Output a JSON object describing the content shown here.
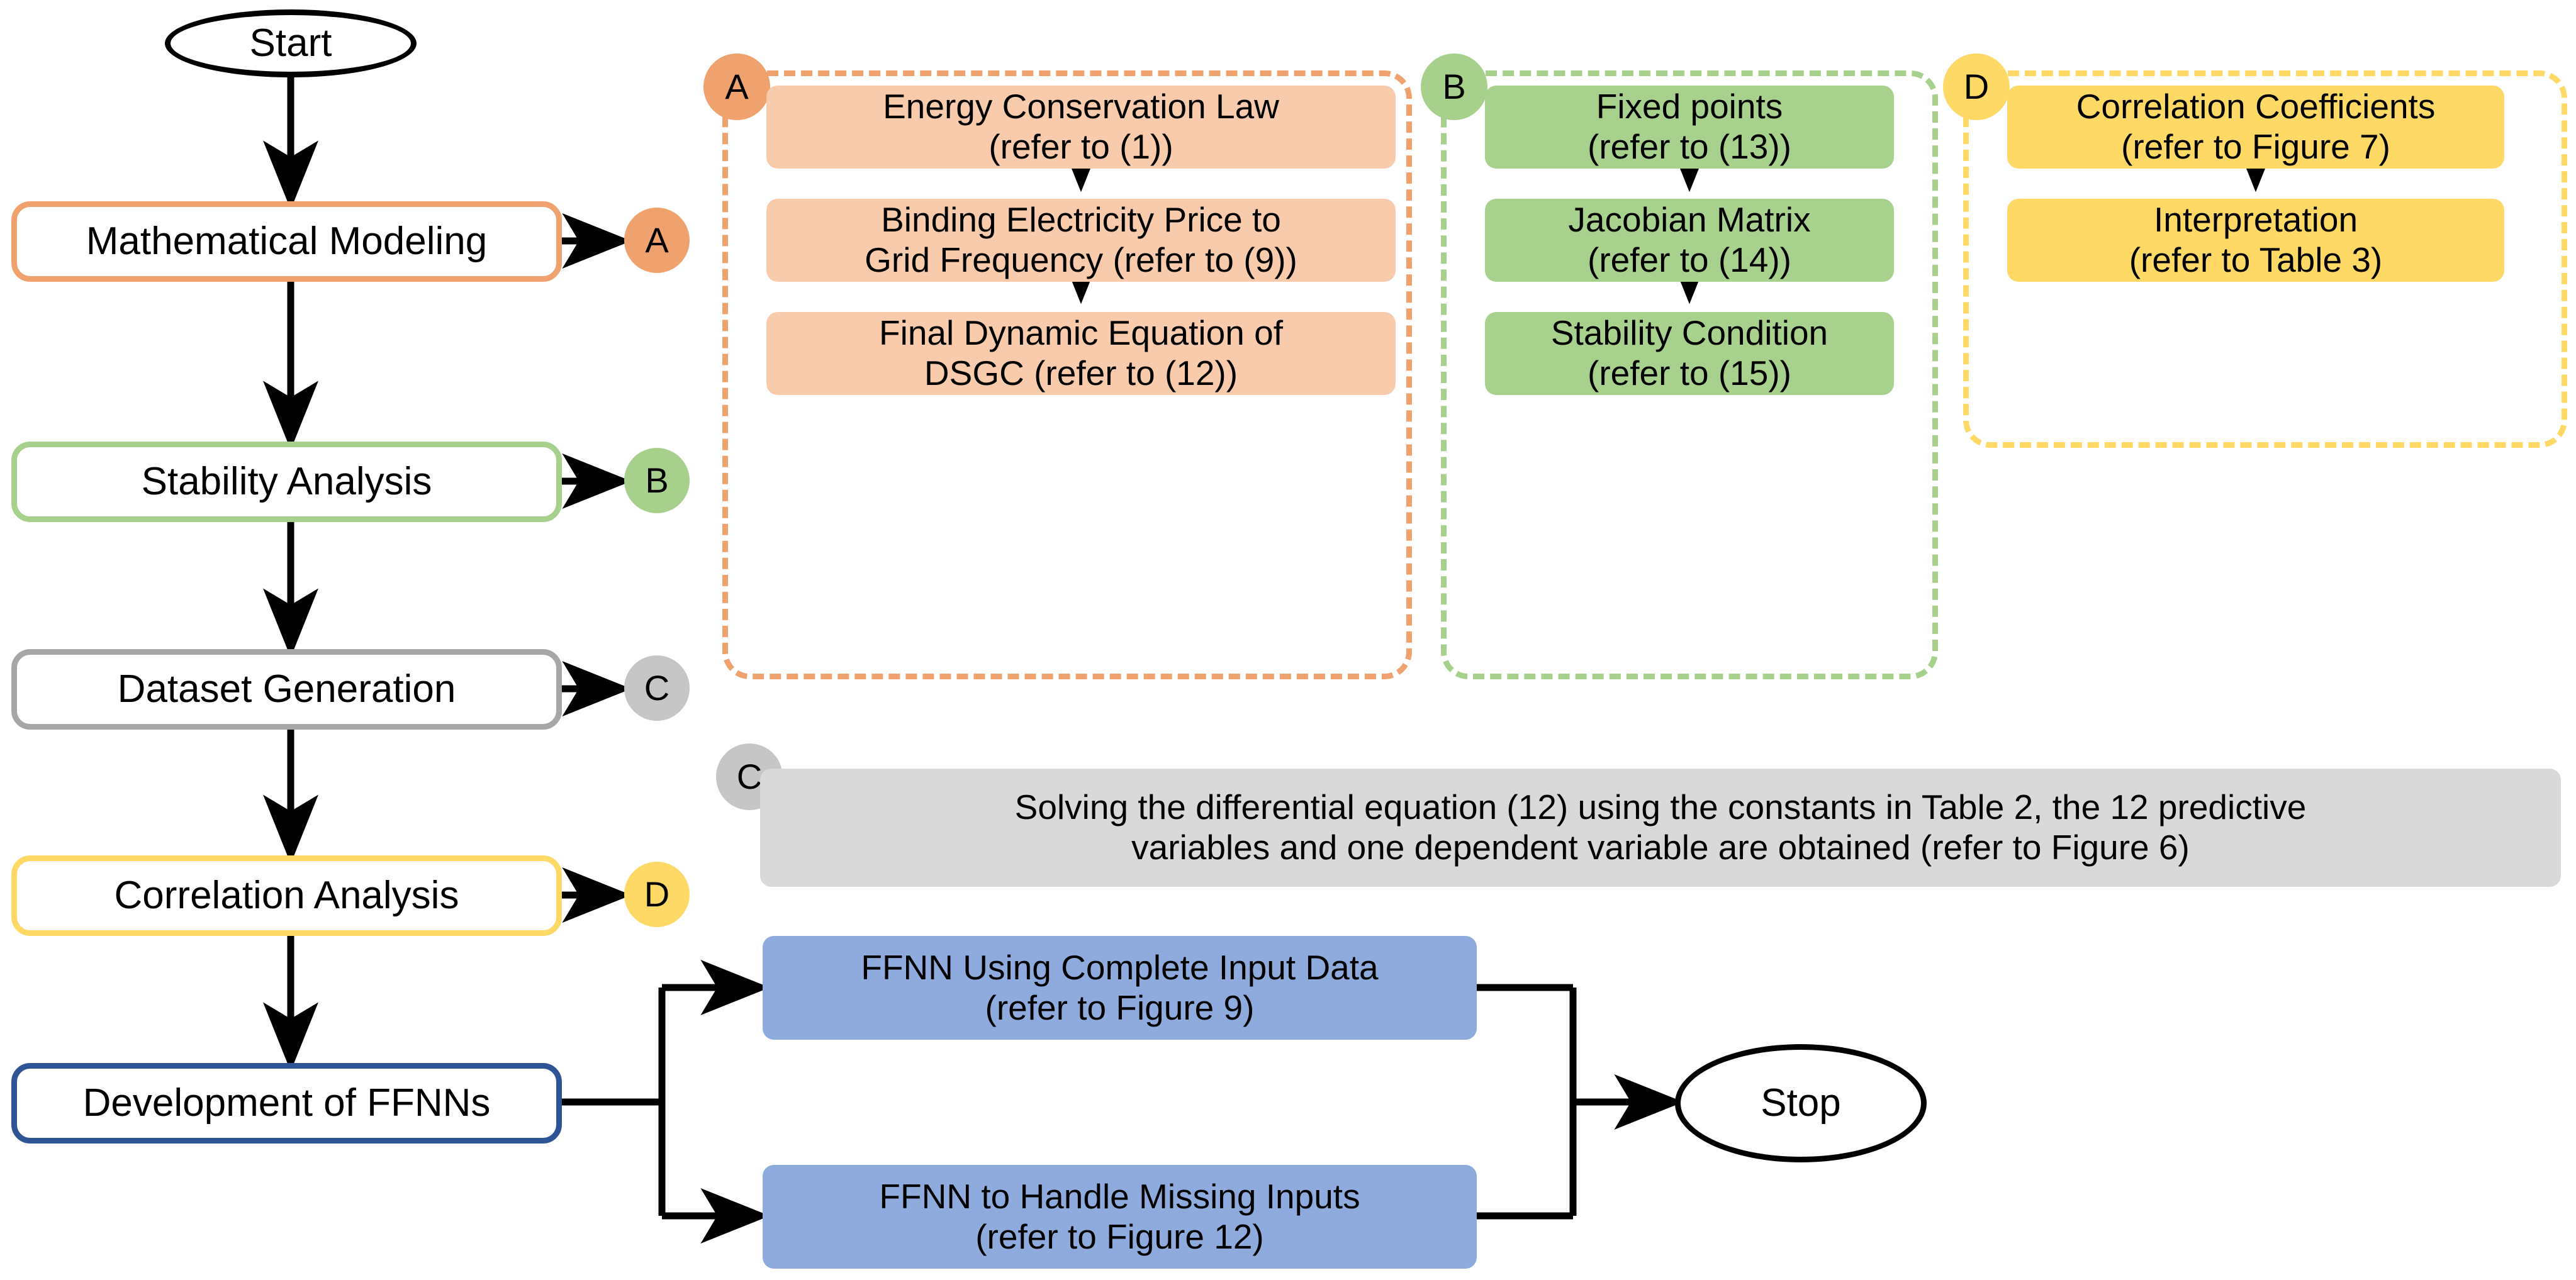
{
  "diagram": {
    "title": "Research Methodology Flowchart",
    "colors": {
      "orange_border": "#F0A26E",
      "orange_fill": "#F8CBAD",
      "green_border": "#A8D08D",
      "green_fill": "#A9D18E",
      "grey_border": "#A6A6A6",
      "grey_fill": "#D9D9D9",
      "grey_badge": "#C6C6C6",
      "yellow": "#FFD966",
      "blue_border": "#2E5496",
      "blue_fill": "#8FAADC",
      "line": "#000000"
    },
    "terminators": {
      "start": "Start",
      "stop": "Stop"
    },
    "main_steps": [
      {
        "id": "mathematical-modeling",
        "label": "Mathematical Modeling",
        "badge": "A"
      },
      {
        "id": "stability-analysis",
        "label": "Stability Analysis",
        "badge": "B"
      },
      {
        "id": "dataset-generation",
        "label": "Dataset Generation",
        "badge": "C"
      },
      {
        "id": "correlation-analysis",
        "label": "Correlation Analysis",
        "badge": "D"
      },
      {
        "id": "development-of-ffnns",
        "label": "Development of FFNNs",
        "badge": ""
      }
    ],
    "badges": {
      "a": "A",
      "b": "B",
      "c": "C",
      "d": "D"
    },
    "group_a": {
      "badge": "A",
      "steps": [
        {
          "line1": "Energy Conservation Law",
          "line2": "(refer to (1))"
        },
        {
          "line1": "Binding Electricity Price to",
          "line2": "Grid Frequency (refer to (9))"
        },
        {
          "line1": "Final Dynamic Equation of",
          "line2": "DSGC (refer to (12))"
        }
      ]
    },
    "group_b": {
      "badge": "B",
      "steps": [
        {
          "line1": "Fixed points",
          "line2": "(refer to (13))"
        },
        {
          "line1": "Jacobian Matrix",
          "line2": "(refer to (14))"
        },
        {
          "line1": "Stability Condition",
          "line2": "(refer to (15))"
        }
      ]
    },
    "group_d": {
      "badge": "D",
      "steps": [
        {
          "line1": "Correlation Coefficients",
          "line2": "(refer to Figure 7)"
        },
        {
          "line1": "Interpretation",
          "line2": "(refer to Table 3)"
        }
      ]
    },
    "group_c": {
      "badge": "C",
      "note_line1": "Solving the differential equation (12) using the constants in Table 2, the 12 predictive",
      "note_line2": "variables and one dependent variable are obtained (refer to Figure 6)"
    },
    "ffnn_boxes": [
      {
        "line1": "FFNN Using Complete Input Data",
        "line2": "(refer to Figure 9)"
      },
      {
        "line1": "FFNN to Handle Missing Inputs",
        "line2": "(refer to Figure 12)"
      }
    ]
  }
}
